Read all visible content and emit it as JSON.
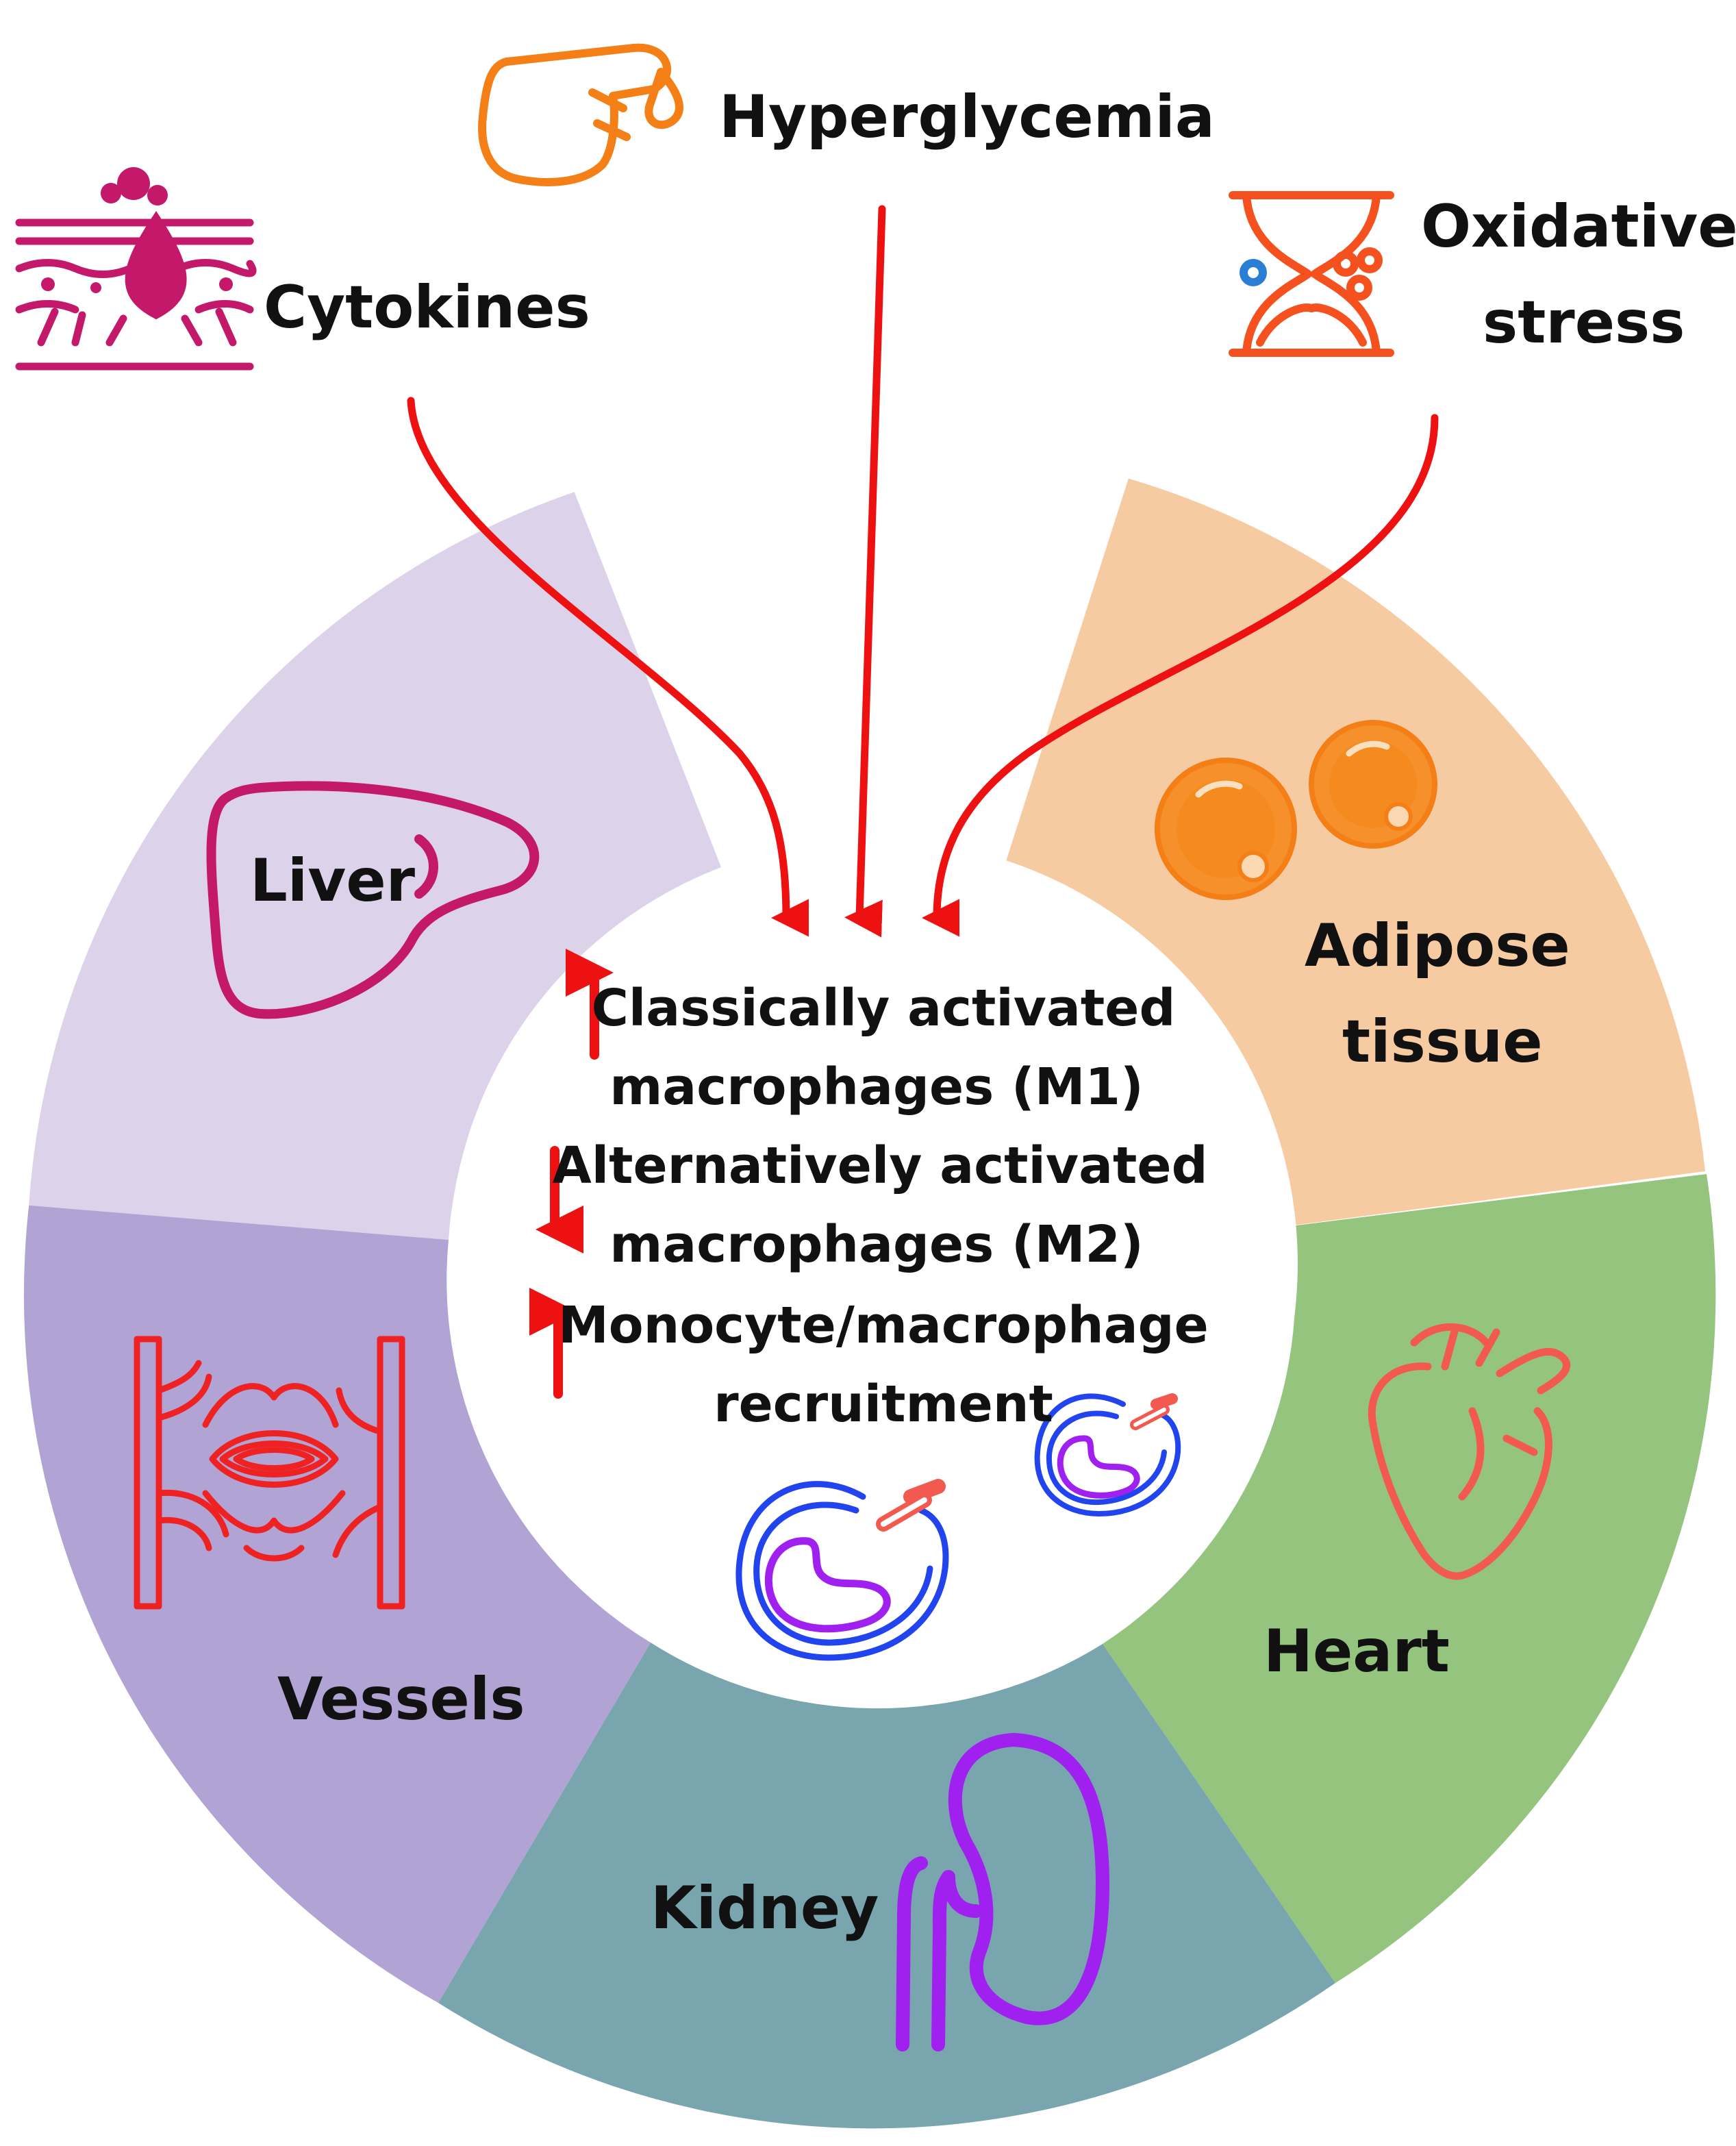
{
  "stimuli": {
    "cytokines": "Cytokines",
    "hyperglycemia": "Hyperglycemia",
    "oxidative_line1": "Oxidative",
    "oxidative_line2": "stress"
  },
  "organs": {
    "liver": "Liver",
    "adipose_line1": "Adipose",
    "adipose_line2": "tissue",
    "heart": "Heart",
    "kidney": "Kidney",
    "vessels": "Vessels"
  },
  "center": {
    "m1_line1": "Classically activated",
    "m1_line2": "macrophages (M1)",
    "m2_line1": "Alternatively activated",
    "m2_line2": "macrophages (M2)",
    "rec_line1": "Monocyte/macrophage",
    "rec_line2": "recruitment"
  },
  "colors": {
    "liver_segment": "#dcd3ea",
    "adipose_segment": "#f7cba2",
    "heart_segment": "#95c47f",
    "kidney_segment": "#79a5ae",
    "vessels_segment": "#b1a4d4",
    "arrow": "#ee1111",
    "cytokine_icon": "#c4196b",
    "hyperglycemia_icon": "#f57f17",
    "oxidative_icon": "#f4511e"
  }
}
